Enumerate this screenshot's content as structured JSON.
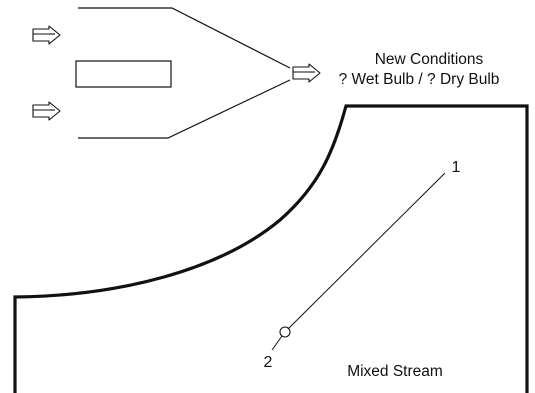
{
  "labels": {
    "conditions_title": "New Conditions",
    "conditions_subtitle": "? Wet Bulb / ? Dry Bulb",
    "stream_label": "Mixed Stream",
    "point_1": "1",
    "point_2": "2"
  },
  "icons": {
    "inlet_arrow_top": "double-arrow-right-icon",
    "inlet_arrow_bottom": "double-arrow-right-icon",
    "outlet_arrow": "double-arrow-right-icon"
  },
  "colors": {
    "line": "#111111",
    "background": "#ffffff"
  }
}
